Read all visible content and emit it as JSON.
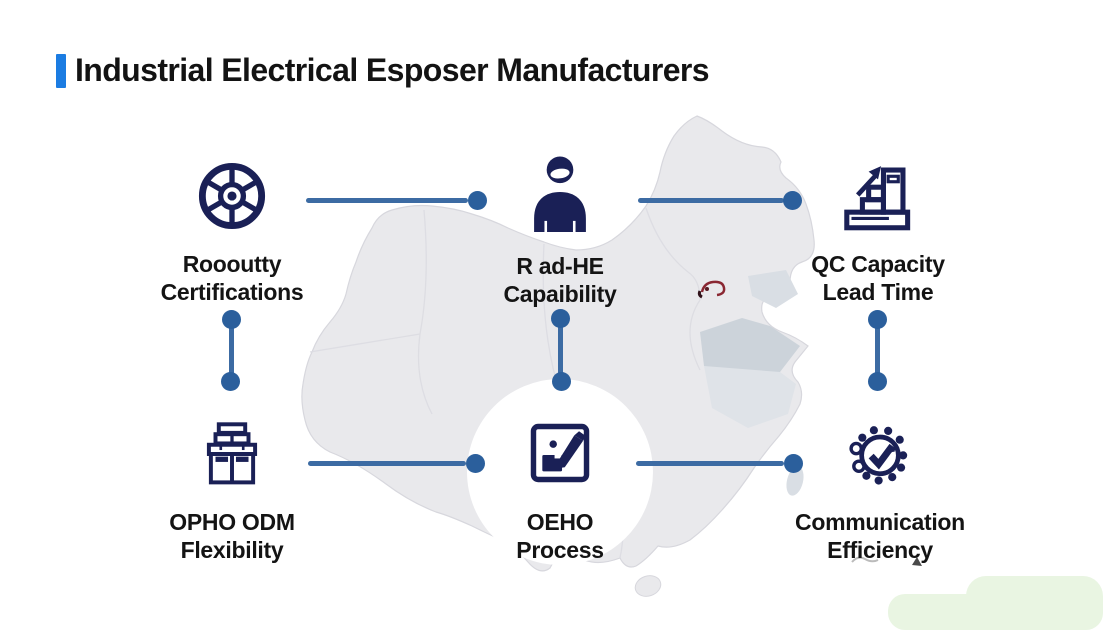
{
  "header": {
    "title": "Industrial Electrical Esposer Manufacturers"
  },
  "colors": {
    "accent_blue": "#1b7ce2",
    "icon_navy": "#1a2056",
    "connector_line": "#3c6ba3",
    "connector_dot": "#2b5f9c",
    "map_fill": "#e9e9ec",
    "map_region_dark": "#ccd3da",
    "green_blob": "#e9f5e2",
    "title_text": "#131313"
  },
  "map": {
    "name": "china-map-silhouette",
    "marker": "red-scribble-marker-near-beijing"
  },
  "features": [
    {
      "id": "certifications",
      "icon": "certification-wheel-icon",
      "line1": "Roooutty",
      "line2": "Certifications"
    },
    {
      "id": "capability",
      "icon": "engineer-person-icon",
      "line1": "R ad-HE",
      "line2": "Capaibility"
    },
    {
      "id": "qc-capacity",
      "icon": "growth-stairs-icon",
      "line1": "QC Capacity",
      "line2": "Lead Time"
    },
    {
      "id": "odm-flexibility",
      "icon": "factory-boxes-icon",
      "line1": "OPHO ODM",
      "line2": "Flexibility"
    },
    {
      "id": "oeho-process",
      "icon": "checklist-pen-icon",
      "line1": "OEHO",
      "line2": "Process"
    },
    {
      "id": "communication",
      "icon": "gear-check-icon",
      "line1": "Communication",
      "line2": "Efficiency"
    }
  ]
}
